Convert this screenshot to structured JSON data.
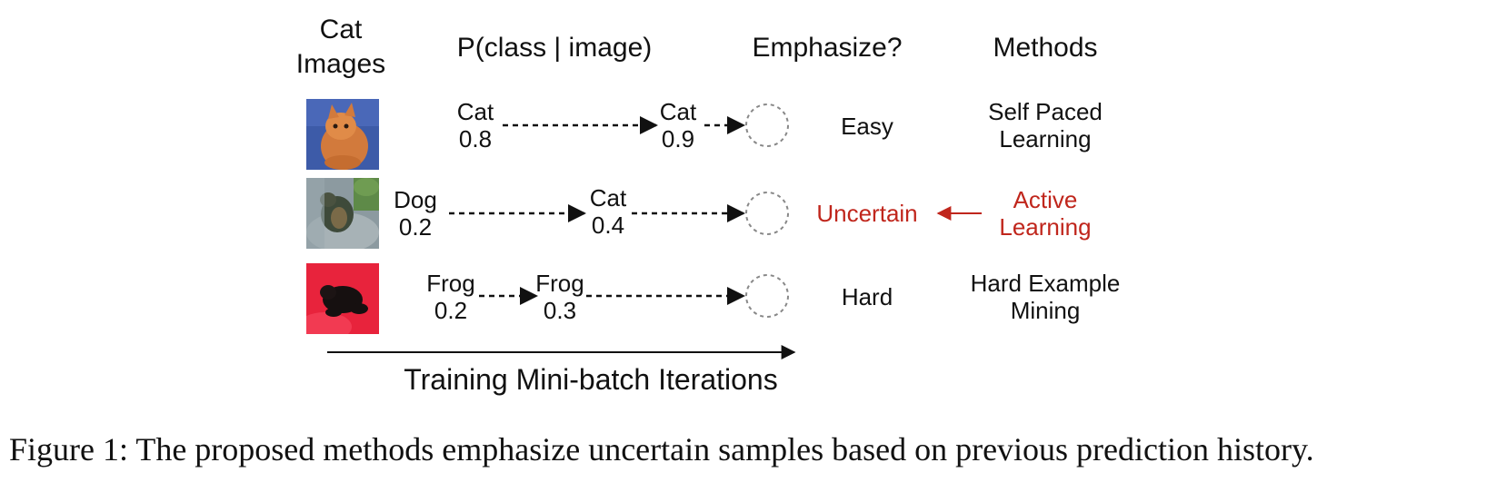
{
  "headers": {
    "images_line1": "Cat",
    "images_line2": "Images",
    "probability": "P(class | image)",
    "emphasize": "Emphasize?",
    "methods": "Methods"
  },
  "rows": [
    {
      "predictions": [
        {
          "label": "Cat",
          "value": "0.8"
        },
        {
          "label": "Cat",
          "value": "0.9"
        }
      ],
      "emphasis": "Easy",
      "method_line1": "Self Paced",
      "method_line2": "Learning",
      "highlight": false
    },
    {
      "predictions": [
        {
          "label": "Dog",
          "value": "0.2"
        },
        {
          "label": "Cat",
          "value": "0.4"
        }
      ],
      "emphasis": "Uncertain",
      "method_line1": "Active",
      "method_line2": "Learning",
      "highlight": true
    },
    {
      "predictions": [
        {
          "label": "Frog",
          "value": "0.2"
        },
        {
          "label": "Frog",
          "value": "0.3"
        }
      ],
      "emphasis": "Hard",
      "method_line1": "Hard Example",
      "method_line2": "Mining",
      "highlight": false
    }
  ],
  "x_axis_label": "Training Mini-batch Iterations",
  "caption": "Figure 1: The proposed methods emphasize uncertain samples based on previous prediction history.",
  "colors": {
    "highlight": "#c0261c",
    "text": "#111111",
    "circle": "#888888"
  },
  "thumbnails": [
    "cat-kitten-image",
    "cat-on-rock-image",
    "frog-on-red-image"
  ]
}
